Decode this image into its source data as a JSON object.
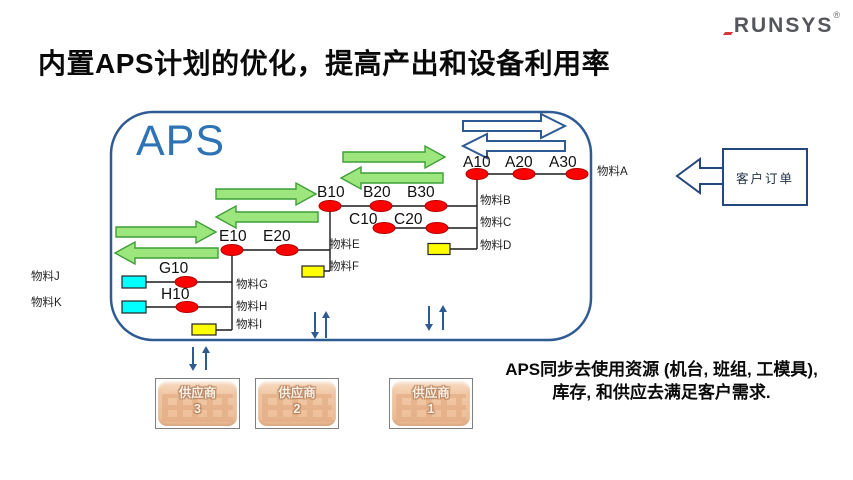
{
  "logo": {
    "brand": "RUNSYS",
    "registered": "®"
  },
  "title": "内置APS计划的优化，提高产出和设备利用率",
  "diagram": {
    "aps_label": "APS",
    "operations": [
      "A10",
      "A20",
      "A30",
      "B10",
      "B20",
      "B30",
      "C10",
      "C20",
      "E10",
      "E20",
      "G10",
      "H10"
    ],
    "materials": [
      "物料A",
      "物料B",
      "物料C",
      "物料D",
      "物料E",
      "物料F",
      "物料G",
      "物料H",
      "物料I",
      "物料J",
      "物料K"
    ],
    "customer_order": "客户订单"
  },
  "suppliers": [
    {
      "label": "供应商",
      "number": "3"
    },
    {
      "label": "供应商",
      "number": "2"
    },
    {
      "label": "供应商",
      "number": "1"
    }
  ],
  "footnote": {
    "line1": "APS同步去使用资源 (机台, 班组, 工模具),",
    "line2": "库存, 和供应去满足客户需求."
  },
  "colors": {
    "box_border_blue": "#2F5B94",
    "aps_text_blue": "#2E74B5",
    "node_red": "#FE0000",
    "green_arrow_fill": "#9CE67D",
    "green_arrow_stroke": "#3F9E38",
    "buffer_yellow": "#FFFF00",
    "raw_cyan": "#00FFFF",
    "supplier_peach": "#F1C7A4",
    "logo_gray": "#55565C",
    "logo_red": "#D9363B"
  }
}
